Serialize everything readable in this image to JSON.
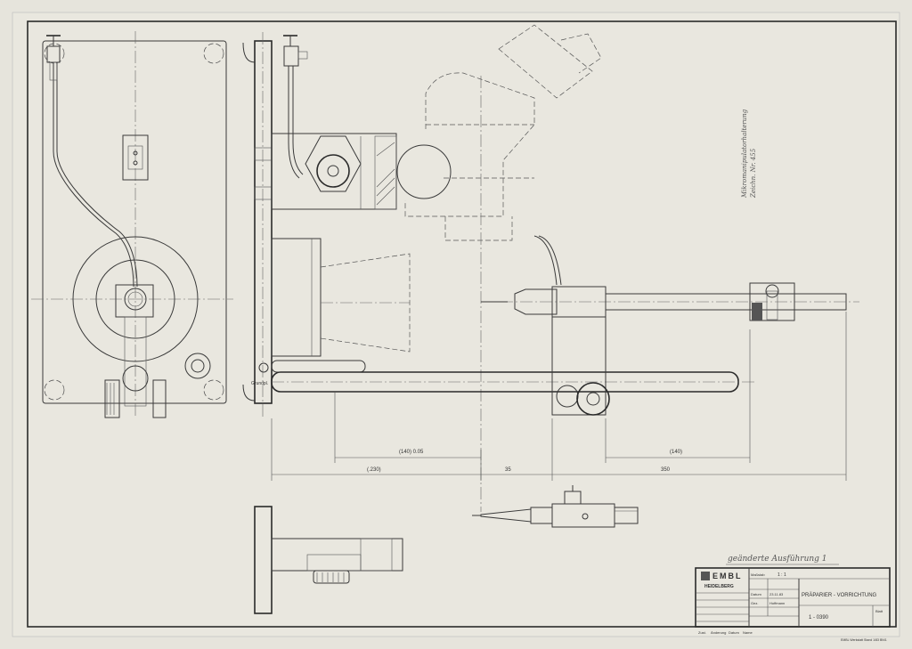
{
  "title_block": {
    "logo_line1": "EMBL",
    "logo_line2": "HEIDELBERG",
    "scale_label": "Maßstab",
    "scale_value": "1 : 1",
    "date_label": "Datum",
    "date_value": "23.11.83",
    "drawn_label": "Gez.",
    "drawn_by": "Hoffmann",
    "title": "PRÄPARIER - VORRICHTUNG",
    "drawing_number": "1 - 0390",
    "sheet_label": "Blatt"
  },
  "dimensions": {
    "d_left_inner": "(140) 0.05",
    "d_left_outer": "(.230)",
    "d_middle": "35",
    "d_right_outer": "350",
    "d_right_inner": "(140)"
  },
  "annotations": {
    "revision_note": "geänderte Ausführung 1",
    "side_note_line1": "Mikromanipulatorhalterung",
    "side_note_line2": "Zeichn. Nr. 455",
    "base_label": "Grundpl."
  },
  "footer": {
    "left_fields": [
      "Zust.",
      "Änderung",
      "Datum",
      "Name"
    ],
    "right_text": "EMBL Werkstatt Stand 1/83 BN/1"
  }
}
